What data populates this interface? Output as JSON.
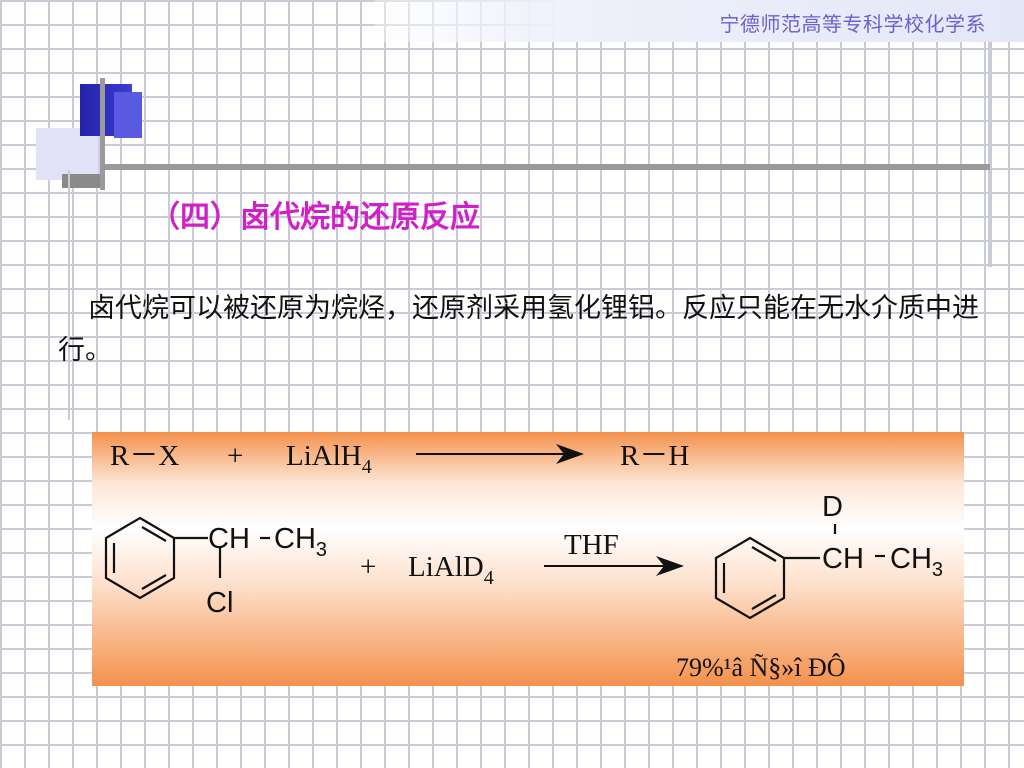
{
  "header": {
    "title": "宁德师范高等专科学校化学系"
  },
  "section": {
    "title": "（四）卤代烷的还原反应"
  },
  "body": {
    "text": "卤代烷可以被还原为烷烃，还原剂采用氢化锂铝。反应只能在无水介质中进行。"
  },
  "reaction1": {
    "reactant": "R－X",
    "plus": "+",
    "reagent_main": "LiAlH",
    "reagent_sub": "4",
    "product": "R－H"
  },
  "reaction2": {
    "reactant_ch": "CH",
    "reactant_ch3": "CH",
    "reactant_ch3_sub": "3",
    "reactant_cl": "Cl",
    "plus": "+",
    "reagent_main": "LiAlD",
    "reagent_sub": "4",
    "condition": "THF",
    "product_d": "D",
    "product_ch": "CH",
    "product_ch3": "CH",
    "product_ch3_sub": "3",
    "yield": "79%¹â Ñ§»î ÐÔ"
  },
  "colors": {
    "title": "#d020c8",
    "box_edge": "#f4914c",
    "header_text": "#6f5fcf"
  }
}
